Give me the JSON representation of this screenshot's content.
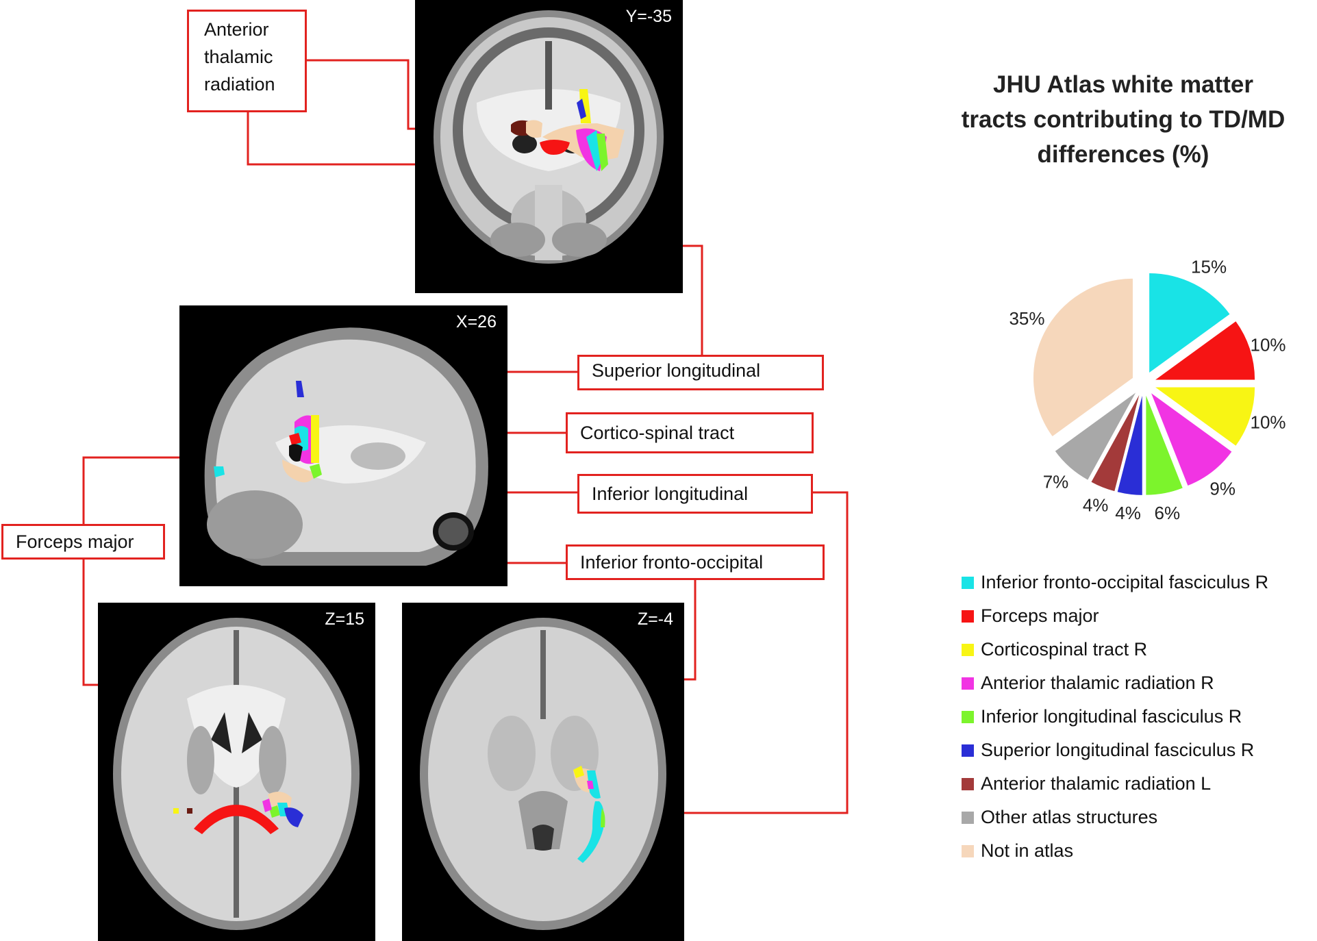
{
  "panels": {
    "coronal": {
      "coord": "Y=-35"
    },
    "sagittal": {
      "coord": "X=26"
    },
    "axial_z15": {
      "coord": "Z=15"
    },
    "axial_zm4": {
      "coord": "Z=-4"
    }
  },
  "labels": {
    "anterior_thalamic": "Anterior thalamic radiation",
    "superior_longitudinal": "Superior longitudinal",
    "cortico_spinal": "Cortico-spinal tract",
    "inferior_longitudinal": "Inferior longitudinal",
    "forceps_major": "Forceps major",
    "inferior_fronto_occipital": "Inferior fronto-occipital"
  },
  "label_line_color": "#e2221f",
  "chart_data": {
    "type": "pie",
    "title": "JHU Atlas white matter tracts contributing to TD/MD differences (%)",
    "slices": [
      {
        "label": "Inferior fronto-occipital fasciculus R",
        "value": 15,
        "display": "15%",
        "color": "#19e3e6"
      },
      {
        "label": "Forceps major",
        "value": 10,
        "display": "10%",
        "color": "#f61414"
      },
      {
        "label": "Corticospinal tract R",
        "value": 10,
        "display": "10%",
        "color": "#f8f514"
      },
      {
        "label": "Anterior thalamic radiation R",
        "value": 9,
        "display": "9%",
        "color": "#f134e3"
      },
      {
        "label": "Inferior longitudinal fasciculus R",
        "value": 6,
        "display": "6%",
        "color": "#7cf42c"
      },
      {
        "label": "Superior longitudinal fasciculus R",
        "value": 4,
        "display": "4%",
        "color": "#2a2ed6"
      },
      {
        "label": "Anterior thalamic radiation L",
        "value": 4,
        "display": "4%",
        "color": "#a33a3a"
      },
      {
        "label": "Other atlas structures",
        "value": 7,
        "display": "7%",
        "color": "#a8a8a8"
      },
      {
        "label": "Not in atlas",
        "value": 35,
        "display": "35%",
        "color": "#f6d7bb"
      }
    ]
  }
}
